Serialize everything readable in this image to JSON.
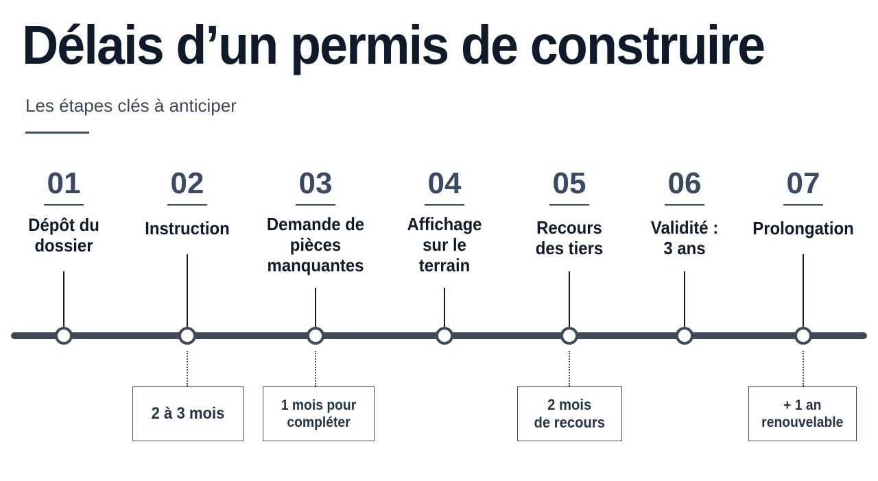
{
  "title": "Délais d’un permis de construire",
  "subtitle": "Les étapes clés à anticiper",
  "steps": [
    {
      "number": "01",
      "label": "Dépôt du\ndossier"
    },
    {
      "number": "02",
      "label": "Instruction",
      "note": "2 à 3 mois"
    },
    {
      "number": "03",
      "label": "Demande de\npièces\nmanquantes",
      "note": "1 mois pour\ncompléter"
    },
    {
      "number": "04",
      "label": "Affichage\nsur le\nterrain"
    },
    {
      "number": "05",
      "label": "Recours\ndes tiers",
      "note": "2 mois\nde recours"
    },
    {
      "number": "06",
      "label": "Validité :\n3 ans"
    },
    {
      "number": "07",
      "label": "Prolongation",
      "note": "+ 1 an\nrenouvelable"
    }
  ],
  "colors": {
    "title": "#0f1a2b",
    "line": "#3e4a5a",
    "number": "#3a4a63",
    "background": "#ffffff"
  }
}
